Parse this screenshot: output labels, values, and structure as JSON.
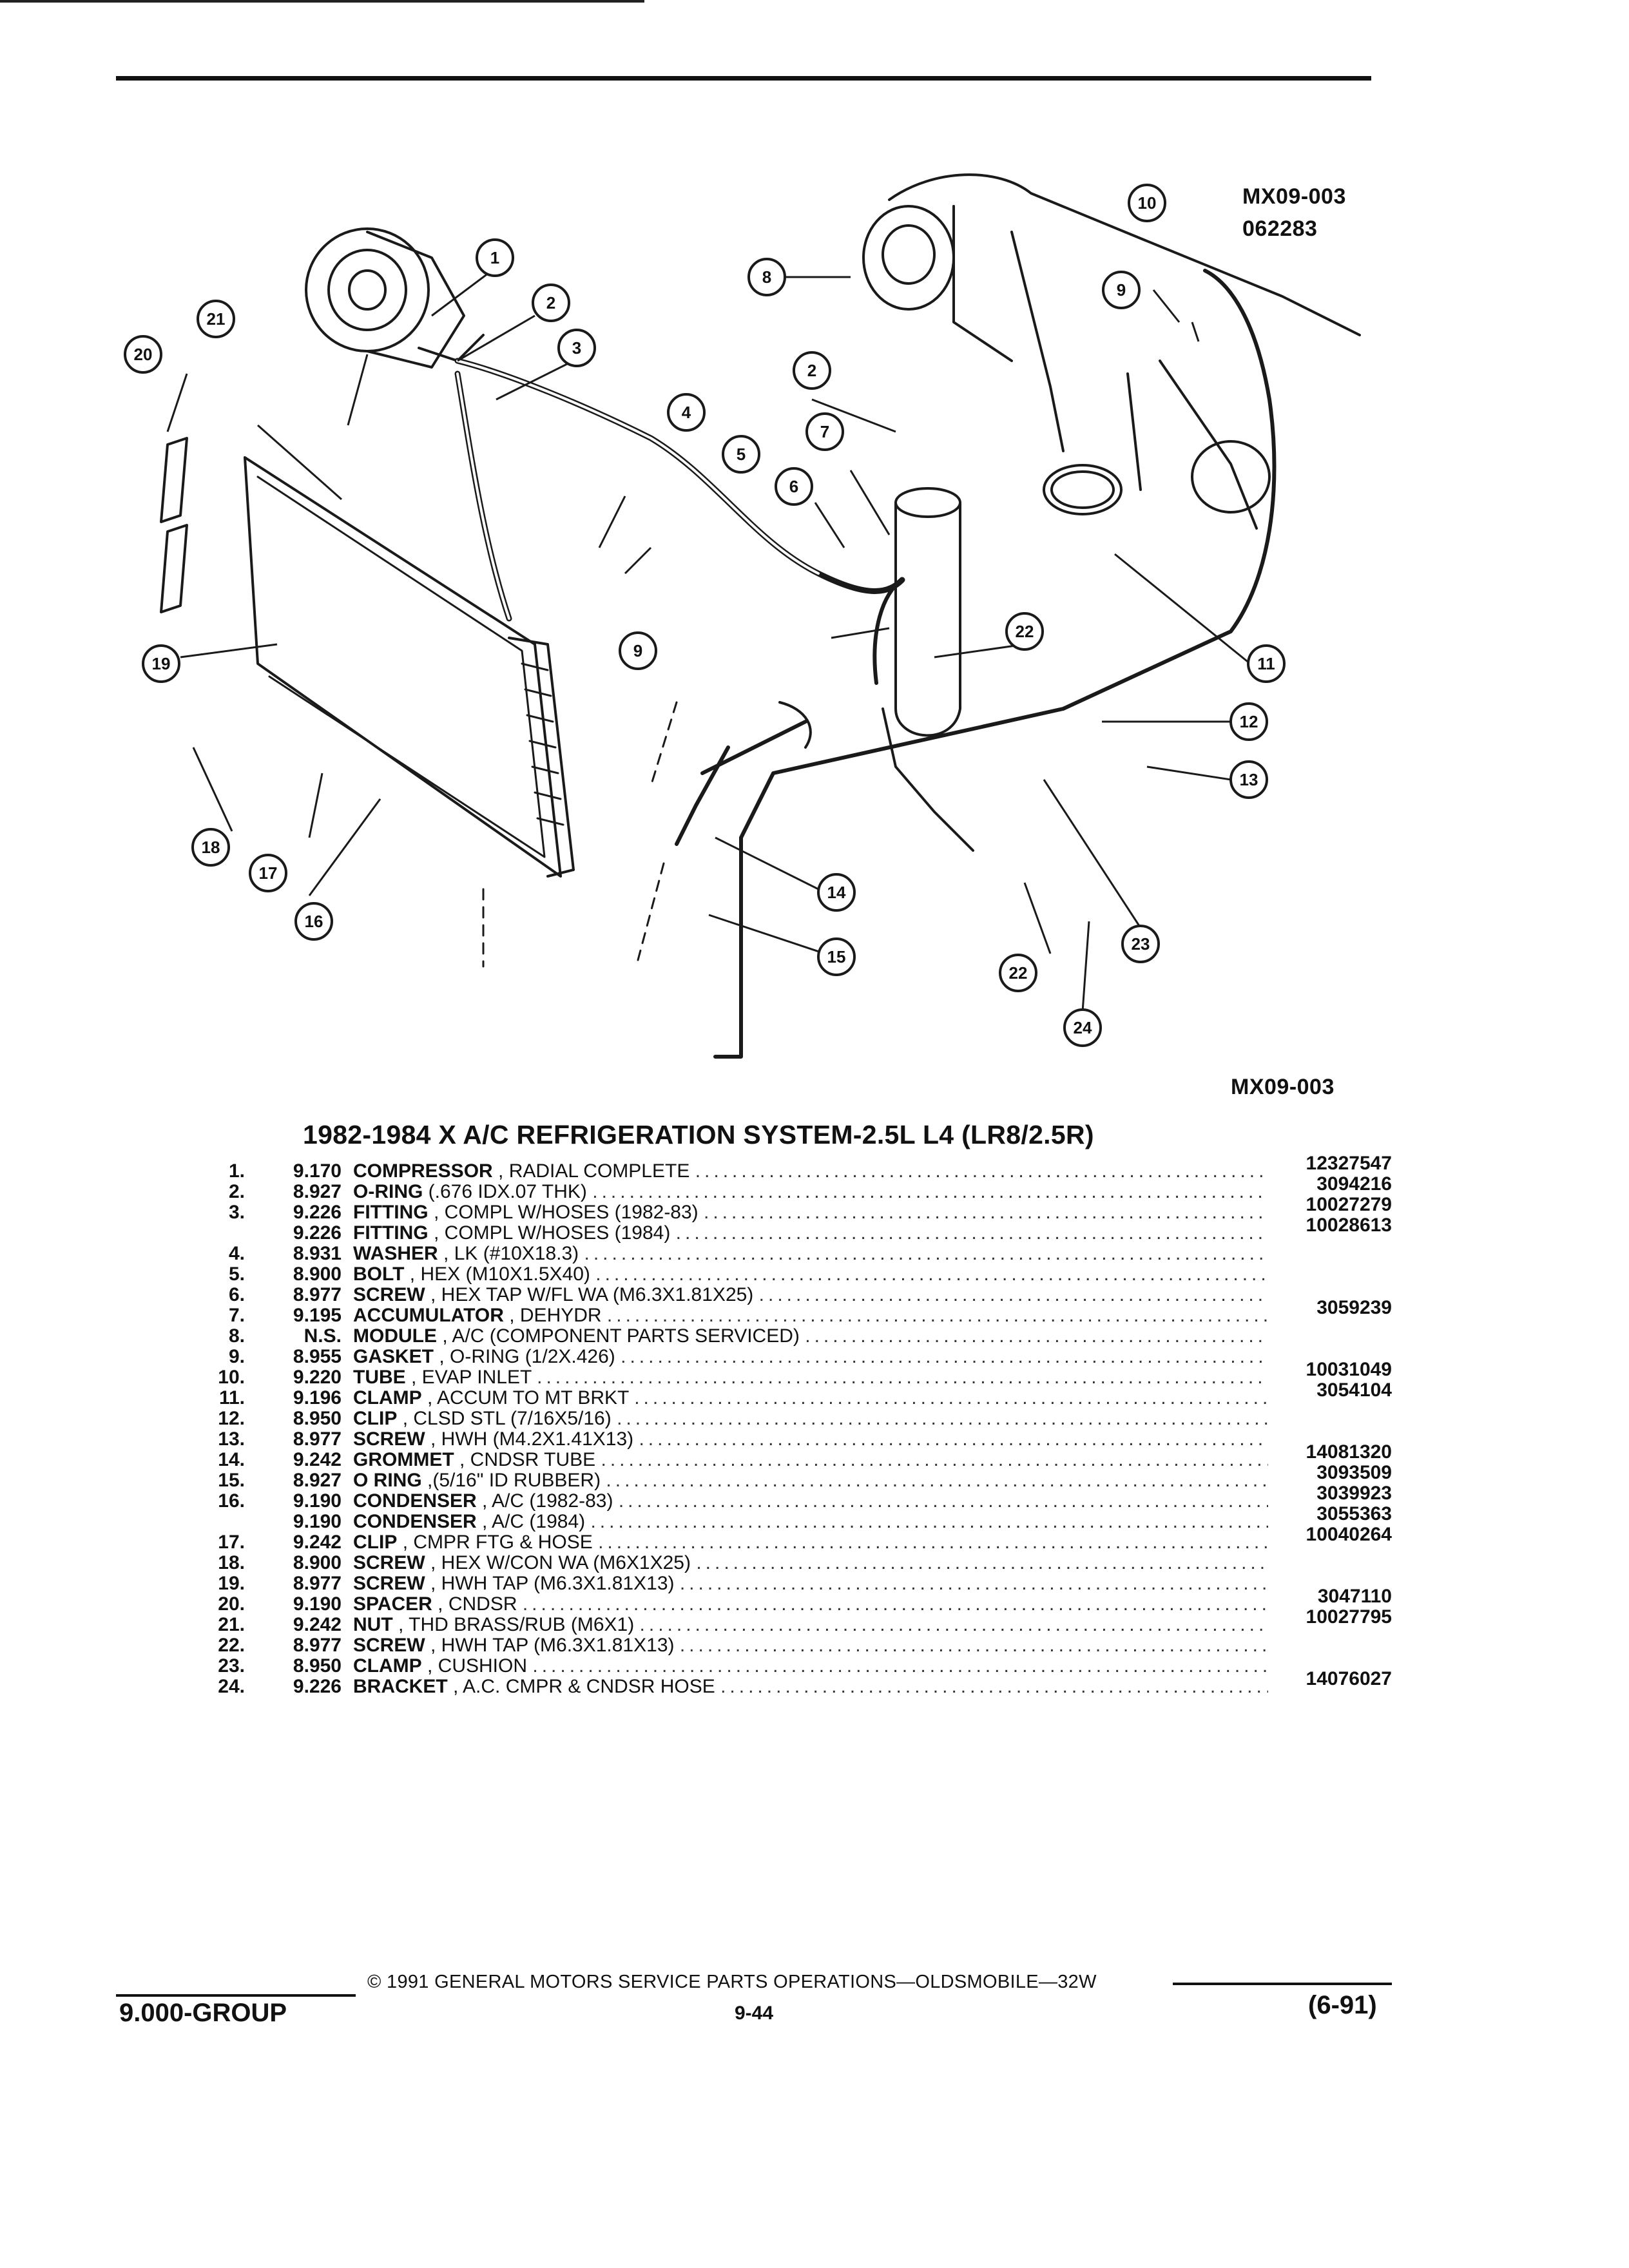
{
  "refs": {
    "code": "MX09-003",
    "date_code": "062283",
    "code_bottom": "MX09-003"
  },
  "title": "1982-1984 X A/C REFRIGERATION SYSTEM-2.5L L4 (LR8/2.5R)",
  "callouts": [
    "1",
    "2",
    "3",
    "4",
    "5",
    "6",
    "7",
    "8",
    "9",
    "10",
    "11",
    "12",
    "13",
    "14",
    "15",
    "16",
    "17",
    "18",
    "19",
    "20",
    "21",
    "22",
    "23",
    "24"
  ],
  "parts": [
    {
      "no": "1.",
      "group": "9.170",
      "name": "COMPRESSOR",
      "spec": ", RADIAL COMPLETE",
      "pn": "12327547"
    },
    {
      "no": "2.",
      "group": "8.927",
      "name": "O-RING",
      "spec": "(.676 IDX.07 THK)",
      "pn": "3094216"
    },
    {
      "no": "3.",
      "group": "9.226",
      "name": "FITTING",
      "spec": ", COMPL W/HOSES (1982-83)",
      "pn": "10027279"
    },
    {
      "no": "",
      "group": "9.226",
      "name": "FITTING",
      "spec": ", COMPL W/HOSES (1984)",
      "pn": "10028613"
    },
    {
      "no": "4.",
      "group": "8.931",
      "name": "WASHER",
      "spec": ", LK (#10X18.3)",
      "pn": ""
    },
    {
      "no": "5.",
      "group": "8.900",
      "name": "BOLT",
      "spec": ", HEX (M10X1.5X40)",
      "pn": ""
    },
    {
      "no": "6.",
      "group": "8.977",
      "name": "SCREW",
      "spec": ", HEX TAP W/FL WA (M6.3X1.81X25)",
      "pn": ""
    },
    {
      "no": "7.",
      "group": "9.195",
      "name": "ACCUMULATOR",
      "spec": ", DEHYDR",
      "pn": "3059239"
    },
    {
      "no": "8.",
      "group": "N.S.",
      "name": "MODULE",
      "spec": ", A/C (COMPONENT PARTS SERVICED)",
      "pn": ""
    },
    {
      "no": "9.",
      "group": "8.955",
      "name": "GASKET",
      "spec": ", O-RING (1/2X.426)",
      "pn": ""
    },
    {
      "no": "10.",
      "group": "9.220",
      "name": "TUBE",
      "spec": ", EVAP INLET",
      "pn": "10031049"
    },
    {
      "no": "11.",
      "group": "9.196",
      "name": "CLAMP",
      "spec": ", ACCUM TO MT BRKT",
      "pn": "3054104"
    },
    {
      "no": "12.",
      "group": "8.950",
      "name": "CLIP",
      "spec": ", CLSD STL (7/16X5/16)",
      "pn": ""
    },
    {
      "no": "13.",
      "group": "8.977",
      "name": "SCREW",
      "spec": ", HWH (M4.2X1.41X13)",
      "pn": ""
    },
    {
      "no": "14.",
      "group": "9.242",
      "name": "GROMMET",
      "spec": ", CNDSR TUBE",
      "pn": "14081320"
    },
    {
      "no": "15.",
      "group": "8.927",
      "name": "O RING",
      "spec": ",(5/16\" ID RUBBER)",
      "pn": "3093509"
    },
    {
      "no": "16.",
      "group": "9.190",
      "name": "CONDENSER",
      "spec": ", A/C (1982-83)",
      "pn": "3039923"
    },
    {
      "no": "",
      "group": "9.190",
      "name": "CONDENSER",
      "spec": ", A/C (1984)",
      "pn": "3055363"
    },
    {
      "no": "17.",
      "group": "9.242",
      "name": "CLIP",
      "spec": ", CMPR FTG & HOSE",
      "pn": "10040264"
    },
    {
      "no": "18.",
      "group": "8.900",
      "name": "SCREW",
      "spec": ", HEX W/CON WA (M6X1X25)",
      "pn": ""
    },
    {
      "no": "19.",
      "group": "8.977",
      "name": "SCREW",
      "spec": ", HWH TAP (M6.3X1.81X13)",
      "pn": ""
    },
    {
      "no": "20.",
      "group": "9.190",
      "name": "SPACER",
      "spec": ", CNDSR",
      "pn": "3047110"
    },
    {
      "no": "21.",
      "group": "9.242",
      "name": "NUT",
      "spec": ", THD BRASS/RUB (M6X1)",
      "pn": "10027795"
    },
    {
      "no": "22.",
      "group": "8.977",
      "name": "SCREW",
      "spec": ", HWH TAP (M6.3X1.81X13)",
      "pn": ""
    },
    {
      "no": "23.",
      "group": "8.950",
      "name": "CLAMP",
      "spec": ", CUSHION",
      "pn": ""
    },
    {
      "no": "24.",
      "group": "9.226",
      "name": "BRACKET",
      "spec": ", A.C. CMPR & CNDSR HOSE",
      "pn": "14076027"
    }
  ],
  "footer": {
    "copyright": "© 1991 GENERAL MOTORS SERVICE PARTS OPERATIONS—OLDSMOBILE—32W",
    "group": "9.000-GROUP",
    "page": "9-44",
    "date": "(6-91)"
  }
}
